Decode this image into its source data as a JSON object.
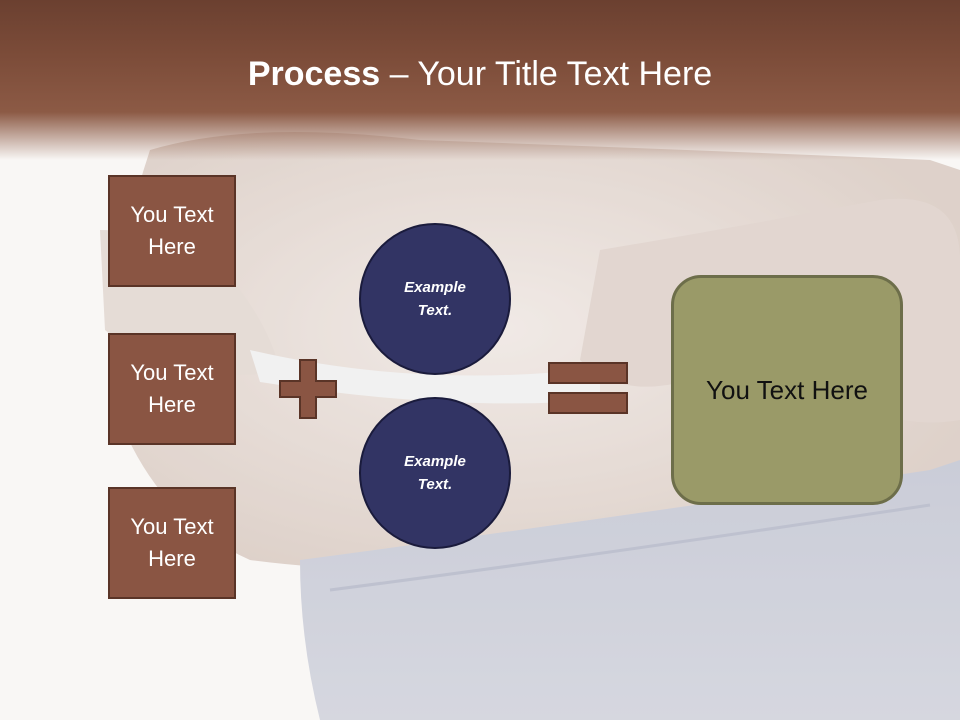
{
  "slide": {
    "title_bold": "Process",
    "title_rest": " – Your Title Text Here"
  },
  "left_boxes": [
    {
      "label": "You Text Here"
    },
    {
      "label": "You Text Here"
    },
    {
      "label": "You Text Here"
    }
  ],
  "circles": [
    {
      "label": "Example Text."
    },
    {
      "label": "Example Text."
    }
  ],
  "result": {
    "label": "You Text Here"
  },
  "colors": {
    "header": "#7c4c39",
    "box_fill": "#8a5543",
    "circle_fill": "#323464",
    "result_fill": "#9a9a68"
  },
  "icons": {
    "operator_plus": "plus-icon",
    "operator_equals": "equals-icon"
  }
}
